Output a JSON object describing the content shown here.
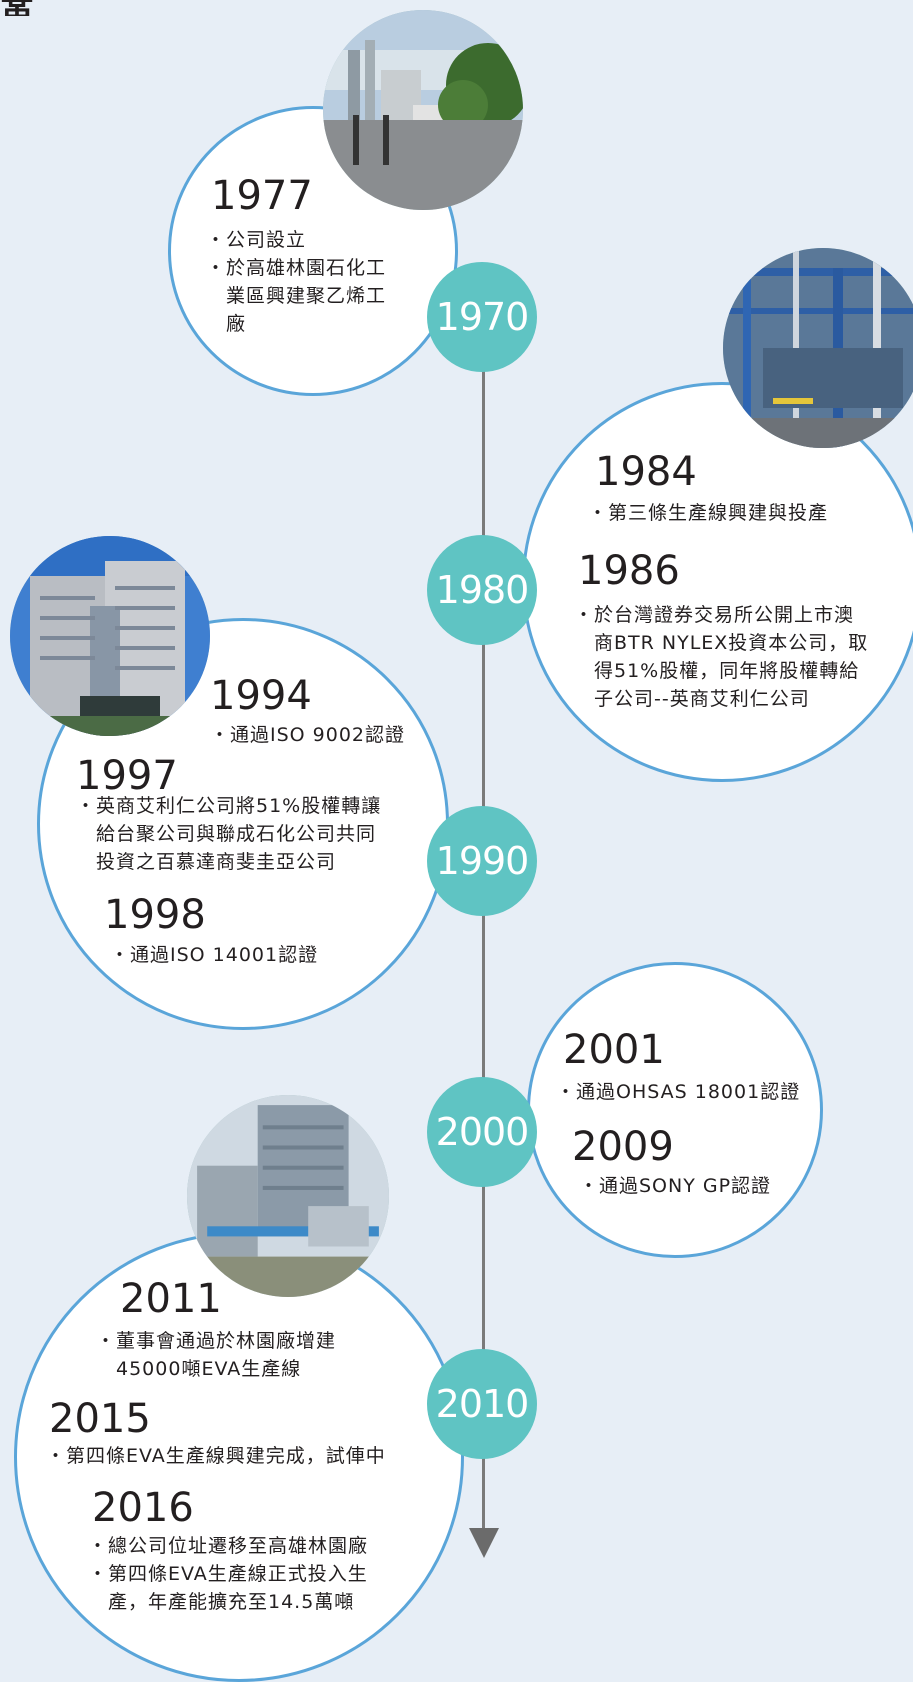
{
  "page": {
    "title": "沿革"
  },
  "decades": [
    "1970",
    "1980",
    "1990",
    "2000",
    "2010"
  ],
  "events": {
    "e1977": {
      "year": "1977",
      "lines": [
        "・公司設立",
        "・於高雄林園石化工",
        "　業區興建聚乙烯工",
        "　廠"
      ]
    },
    "e1984": {
      "year": "1984",
      "lines": [
        "・第三條生產線興建與投產"
      ]
    },
    "e1986": {
      "year": "1986",
      "lines": [
        "・於台灣證券交易所公開上市澳",
        "　商BTR NYLEX投資本公司，取",
        "　得51%股權，同年將股權轉給",
        "　子公司--英商艾利仁公司"
      ]
    },
    "e1994": {
      "year": "1994",
      "lines": [
        "・通過ISO 9002認證"
      ]
    },
    "e1997": {
      "year": "1997",
      "lines": [
        "・英商艾利仁公司將51%股權轉讓",
        "　給台聚公司與聯成石化公司共同",
        "　投資之百慕達商斐圭亞公司"
      ]
    },
    "e1998": {
      "year": "1998",
      "lines": [
        "・通過ISO 14001認證"
      ]
    },
    "e2001": {
      "year": "2001",
      "lines": [
        "・通過OHSAS 18001認證"
      ]
    },
    "e2009": {
      "year": "2009",
      "lines": [
        "・通過SONY GP認證"
      ]
    },
    "e2011": {
      "year": "2011",
      "lines": [
        "・董事會通過於林園廠增建",
        "　45000噸EVA生產線"
      ]
    },
    "e2015": {
      "year": "2015",
      "lines": [
        "・第四條EVA生產線興建完成，試俥中"
      ]
    },
    "e2016": {
      "year": "2016",
      "lines": [
        "・總公司位址遷移至高雄林園廠",
        "・第四條EVA生產線正式投入生",
        "　產，年產能擴充至14.5萬噸"
      ]
    }
  }
}
